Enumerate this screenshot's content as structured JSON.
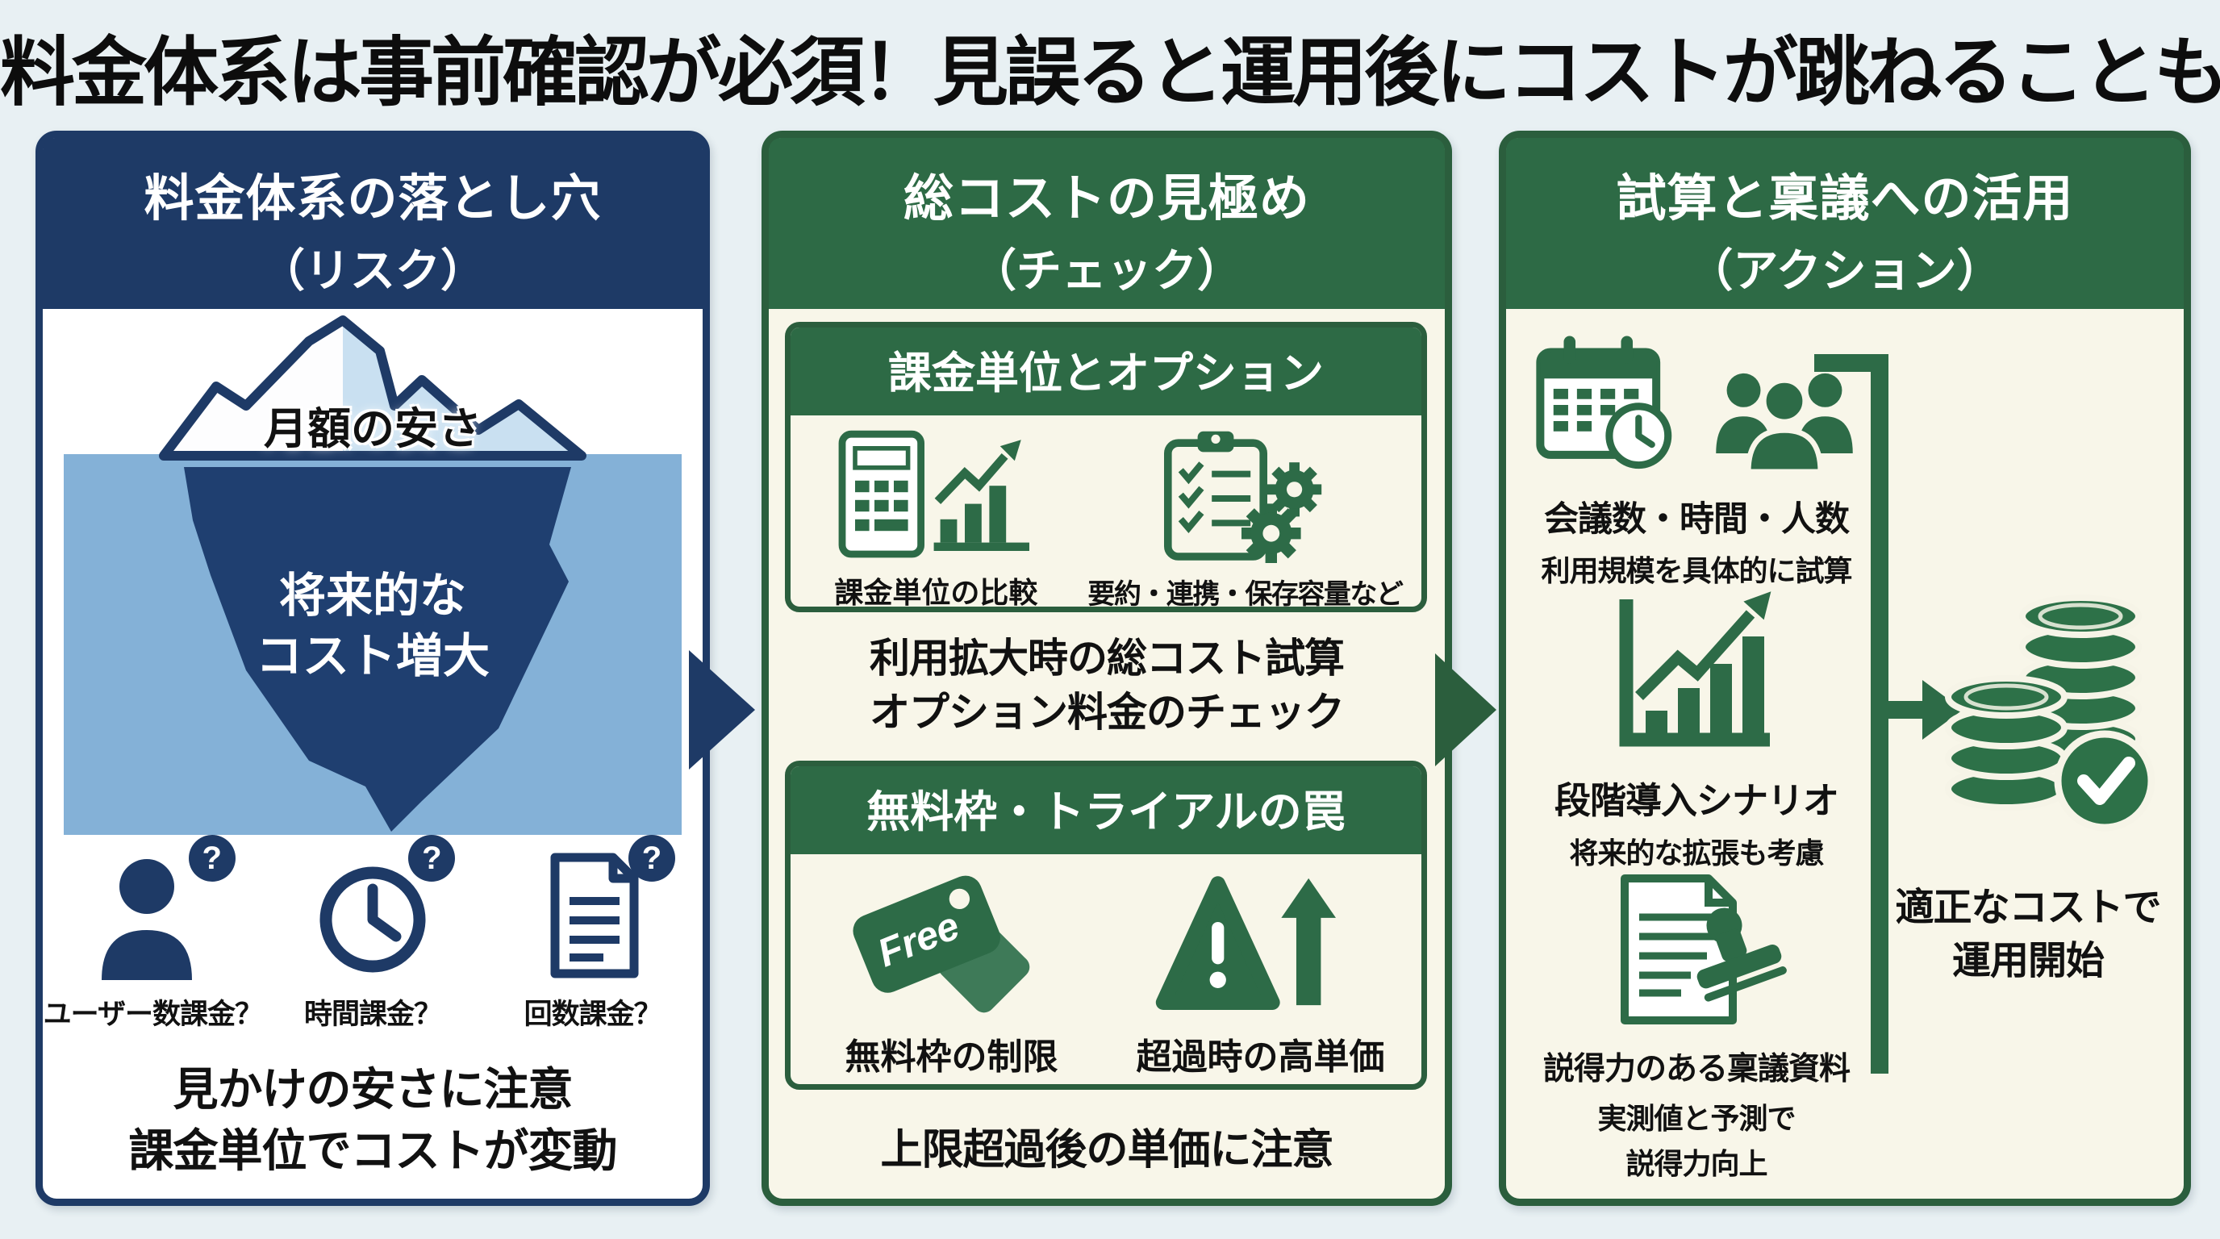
{
  "colors": {
    "navy": "#1e3a66",
    "iceberg_deep": "#1f3f70",
    "water_blue": "#84b1d7",
    "green_header": "#2d6a45",
    "green_border": "#2b5e3d",
    "icon_green": "#2d6b47",
    "cream": "#f8f6e9",
    "page_bg": "#e8f0f3"
  },
  "title": "料金体系は事前確認が必須！見誤ると運用後にコストが跳ねることも",
  "left": {
    "header1": "料金体系の落とし穴",
    "header2": "（リスク）",
    "iceberg_top": "月額の安さ",
    "iceberg_b1": "将来的な",
    "iceberg_b2": "コスト増大",
    "question_badge": "?",
    "items": [
      {
        "label": "ユーザー数課金？"
      },
      {
        "label": "時間課金？"
      },
      {
        "label": "回数課金？"
      }
    ],
    "footer1": "見かけの安さに注意",
    "footer2": "課金単位でコストが変動"
  },
  "middle": {
    "header1": "総コストの見極め",
    "header2": "（チェック）",
    "box1": {
      "title": "課金単位とオプション",
      "item1_label": "課金単位の比較",
      "item2_label": "要約・連携・保存容量など"
    },
    "mid1": "利用拡大時の総コスト試算",
    "mid2": "オプション料金のチェック",
    "box2": {
      "title": "無料枠・トライアルの罠",
      "free_text": "Free",
      "item1_label": "無料枠の制限",
      "item2_label": "超過時の高単価"
    },
    "footer": "上限超過後の単価に注意"
  },
  "right": {
    "header1": "試算と稟議への活用",
    "header2": "（アクション）",
    "steps": [
      {
        "title": "会議数・時間・人数",
        "sub1": "利用規模を具体的に試算"
      },
      {
        "title": "段階導入シナリオ",
        "sub1": "将来的な拡張も考慮"
      },
      {
        "title": "説得力のある稟議資料",
        "sub1": "実測値と予測で",
        "sub2": "説得力向上"
      }
    ],
    "result1": "適正なコストで",
    "result2": "運用開始"
  }
}
